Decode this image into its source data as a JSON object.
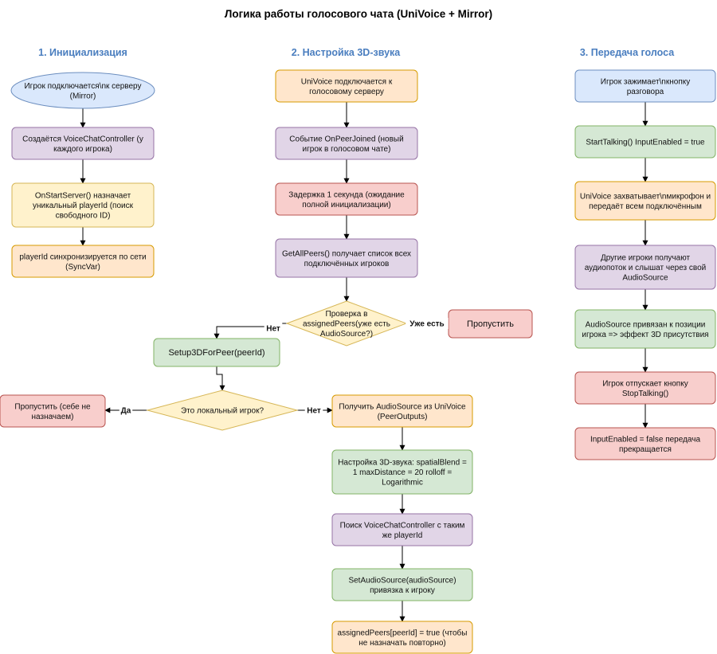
{
  "diagram": {
    "title": "Логика работы голосового чата (UniVoice + Mirror)",
    "columns": [
      {
        "id": "c1",
        "label": "1. Инициализация"
      },
      {
        "id": "c2",
        "label": "2. Настройка 3D-звука"
      },
      {
        "id": "c3",
        "label": "3. Передача голоса"
      }
    ],
    "colors": {
      "blue": {
        "fill": "#dae8fc",
        "stroke": "#6c8ebf"
      },
      "purple": {
        "fill": "#e1d5e7",
        "stroke": "#9673a6"
      },
      "yellow": {
        "fill": "#fff2cc",
        "stroke": "#d6b656"
      },
      "orange": {
        "fill": "#ffe6cc",
        "stroke": "#d79b00"
      },
      "red": {
        "fill": "#f8cecc",
        "stroke": "#b85450"
      },
      "green": {
        "fill": "#d5e8d4",
        "stroke": "#82b366"
      }
    },
    "nodes": [
      {
        "id": "n1",
        "shape": "ellipse",
        "color": "blue",
        "lines": [
          "Игрок подключается\\nк серверу",
          "(Mirror)"
        ]
      },
      {
        "id": "n2",
        "shape": "rect",
        "color": "purple",
        "lines": [
          "Создаётся VoiceChatController (у",
          "каждого игрока)"
        ]
      },
      {
        "id": "n3",
        "shape": "rect",
        "color": "yellow",
        "lines": [
          "OnStartServer() назначает",
          "уникальный playerId (поиск",
          "свободного ID)"
        ]
      },
      {
        "id": "n4",
        "shape": "rect",
        "color": "orange",
        "lines": [
          "playerId синхронизируется по сети",
          "(SyncVar)"
        ]
      },
      {
        "id": "m1",
        "shape": "rect",
        "color": "orange",
        "lines": [
          "UniVoice подключается к",
          "голосовому серверу"
        ]
      },
      {
        "id": "m2",
        "shape": "rect",
        "color": "purple",
        "lines": [
          "Событие OnPeerJoined (новый",
          "игрок в голосовом чате)"
        ]
      },
      {
        "id": "m3",
        "shape": "rect",
        "color": "red",
        "lines": [
          "Задержка 1 секунда (ожидание",
          "полной инициализации)"
        ]
      },
      {
        "id": "m4",
        "shape": "rect",
        "color": "purple",
        "lines": [
          "GetAllPeers() получает список всех",
          "подключённых игроков"
        ]
      },
      {
        "id": "d1",
        "shape": "diamond",
        "color": "yellow",
        "lines": [
          "Проверка в",
          "assignedPeers(уже есть",
          "AudioSource?)"
        ]
      },
      {
        "id": "skip1",
        "shape": "rect",
        "color": "red",
        "lines": [
          "Пропустить"
        ]
      },
      {
        "id": "setup",
        "shape": "rect",
        "color": "green",
        "lines": [
          "Setup3DForPeer(peerId)"
        ]
      },
      {
        "id": "d2",
        "shape": "diamond",
        "color": "yellow",
        "lines": [
          "Это локальный игрок?"
        ]
      },
      {
        "id": "skip2",
        "shape": "rect",
        "color": "red",
        "lines": [
          "Пропустить (себе не",
          "назначаем)"
        ]
      },
      {
        "id": "m5",
        "shape": "rect",
        "color": "orange",
        "lines": [
          "Получить AudioSource из UniVoice",
          "(PeerOutputs)"
        ]
      },
      {
        "id": "m6",
        "shape": "rect",
        "color": "green",
        "lines": [
          "Настройка 3D-звука: spatialBlend =",
          "1 maxDistance = 20 rolloff =",
          "Logarithmic"
        ]
      },
      {
        "id": "m7",
        "shape": "rect",
        "color": "purple",
        "lines": [
          "Поиск VoiceChatController с таким",
          "же playerId"
        ]
      },
      {
        "id": "m8",
        "shape": "rect",
        "color": "green",
        "lines": [
          "SetAudioSource(audioSource)",
          "привязка к игроку"
        ]
      },
      {
        "id": "m9",
        "shape": "rect",
        "color": "orange",
        "lines": [
          "assignedPeers[peerId] = true (чтобы",
          "не назначать повторно)"
        ]
      },
      {
        "id": "r1",
        "shape": "rect",
        "color": "blue",
        "lines": [
          "Игрок зажимает\\nкнопку",
          "разговора"
        ]
      },
      {
        "id": "r2",
        "shape": "rect",
        "color": "green",
        "lines": [
          "StartTalking() InputEnabled = true"
        ]
      },
      {
        "id": "r3",
        "shape": "rect",
        "color": "orange",
        "lines": [
          "UniVoice захватывает\\nмикрофон и",
          "передаёт всем подключённым"
        ]
      },
      {
        "id": "r4",
        "shape": "rect",
        "color": "purple",
        "lines": [
          "Другие игроки получают",
          "аудиопоток и слышат через свой",
          "AudioSource"
        ]
      },
      {
        "id": "r5",
        "shape": "rect",
        "color": "green",
        "lines": [
          "AudioSource привязан к позиции",
          "игрока => эффект 3D присутствия"
        ]
      },
      {
        "id": "r6",
        "shape": "rect",
        "color": "red",
        "lines": [
          "Игрок отпускает кнопку",
          "StopTalking()"
        ]
      },
      {
        "id": "r7",
        "shape": "rect",
        "color": "red",
        "lines": [
          "InputEnabled = false передача",
          "прекращается"
        ]
      }
    ],
    "edges": [
      {
        "from": "n1",
        "to": "n2",
        "label": ""
      },
      {
        "from": "n2",
        "to": "n3",
        "label": ""
      },
      {
        "from": "n3",
        "to": "n4",
        "label": ""
      },
      {
        "from": "m1",
        "to": "m2",
        "label": ""
      },
      {
        "from": "m2",
        "to": "m3",
        "label": ""
      },
      {
        "from": "m3",
        "to": "m4",
        "label": ""
      },
      {
        "from": "m4",
        "to": "d1",
        "label": ""
      },
      {
        "from": "d1",
        "to": "skip1",
        "label": "Уже есть"
      },
      {
        "from": "d1",
        "to": "setup",
        "label": "Нет"
      },
      {
        "from": "setup",
        "to": "d2",
        "label": ""
      },
      {
        "from": "d2",
        "to": "skip2",
        "label": "Да"
      },
      {
        "from": "d2",
        "to": "m5",
        "label": "Нет"
      },
      {
        "from": "m5",
        "to": "m6",
        "label": ""
      },
      {
        "from": "m6",
        "to": "m7",
        "label": ""
      },
      {
        "from": "m7",
        "to": "m8",
        "label": ""
      },
      {
        "from": "m8",
        "to": "m9",
        "label": ""
      },
      {
        "from": "r1",
        "to": "r2",
        "label": ""
      },
      {
        "from": "r2",
        "to": "r3",
        "label": ""
      },
      {
        "from": "r3",
        "to": "r4",
        "label": ""
      },
      {
        "from": "r4",
        "to": "r5",
        "label": ""
      },
      {
        "from": "r5",
        "to": "r6",
        "label": ""
      },
      {
        "from": "r6",
        "to": "r7",
        "label": ""
      }
    ]
  }
}
